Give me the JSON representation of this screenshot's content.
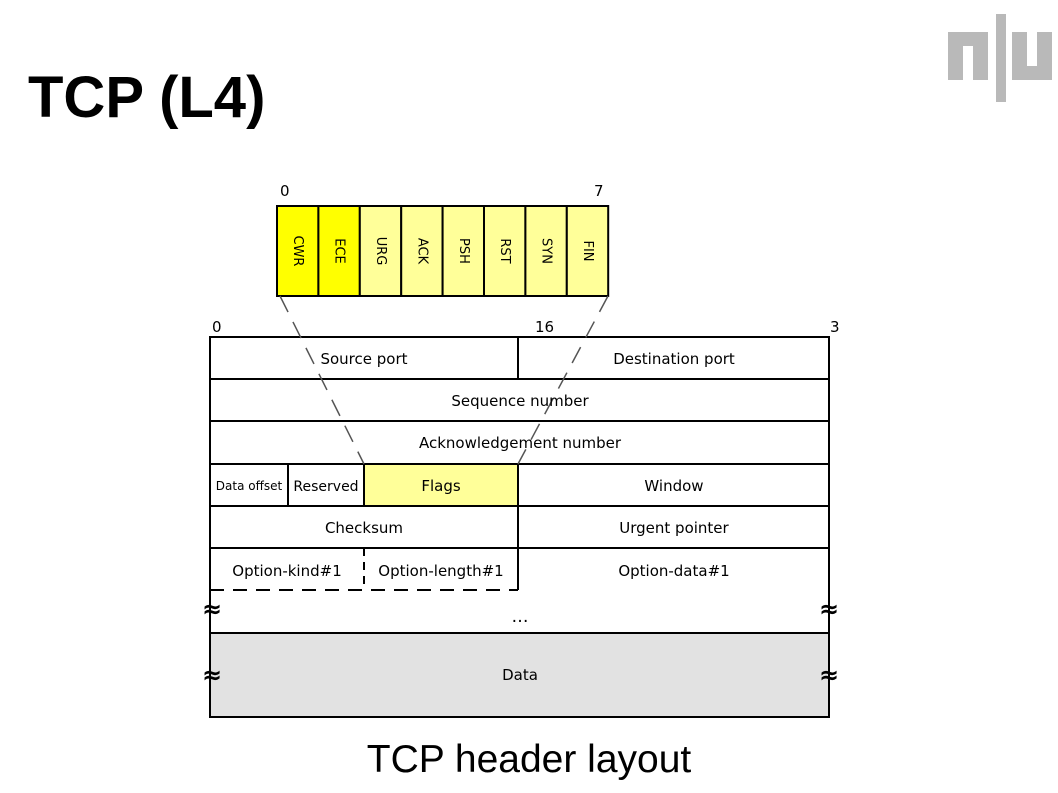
{
  "title": "TCP (L4)",
  "caption": "TCP header layout",
  "logo_text": "nlu",
  "colors": {
    "flag_highlight": "#ffff00",
    "flag_light": "#ffff99",
    "data_fill": "#e2e2e2",
    "logo_gray": "#b9b9b9"
  },
  "flags_bits": {
    "start": "0",
    "end": "7"
  },
  "flags": [
    {
      "label": "CWR",
      "highlight": true
    },
    {
      "label": "ECE",
      "highlight": true
    },
    {
      "label": "URG",
      "highlight": false
    },
    {
      "label": "ACK",
      "highlight": false
    },
    {
      "label": "PSH",
      "highlight": false
    },
    {
      "label": "RST",
      "highlight": false
    },
    {
      "label": "SYN",
      "highlight": false
    },
    {
      "label": "FIN",
      "highlight": false
    }
  ],
  "header_bits": {
    "start": "0",
    "mid": "16",
    "end": "3"
  },
  "fields": {
    "source_port": "Source port",
    "destination_port": "Destination port",
    "sequence_number": "Sequence number",
    "ack_number": "Acknowledgement number",
    "data_offset": "Data offset",
    "reserved": "Reserved",
    "flags": "Flags",
    "window": "Window",
    "checksum": "Checksum",
    "urgent_pointer": "Urgent pointer",
    "option_kind": "Option-kind#1",
    "option_length": "Option-length#1",
    "option_data": "Option-data#1",
    "ellipsis": "…",
    "data": "Data"
  },
  "break_mark": "≈"
}
